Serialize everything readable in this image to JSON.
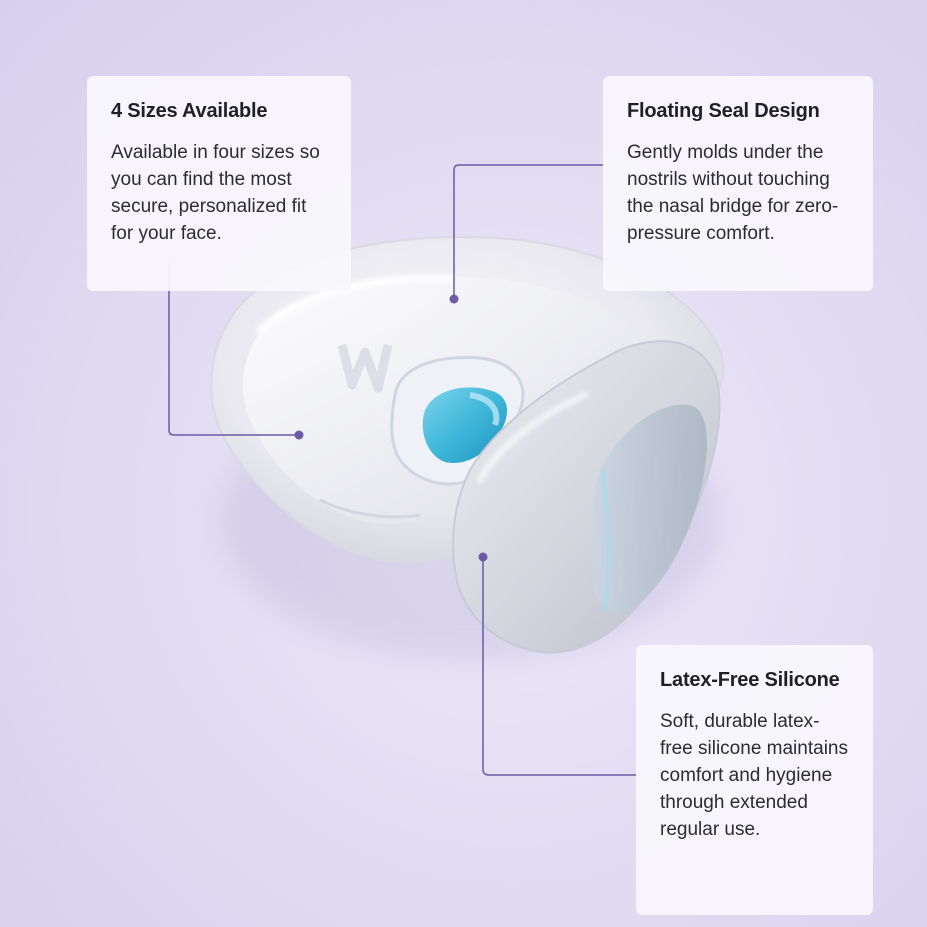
{
  "colors": {
    "background": "#e3ddf3",
    "card_background": "#f8f7fc",
    "accent_line": "#6b5aa6",
    "silicone_blue": "#3fb7d9",
    "text": "#222326"
  },
  "callouts": {
    "sizes": {
      "title": "4 Sizes Available",
      "body": "Available in four sizes so you can find the most secure, personalized fit for your face."
    },
    "seal": {
      "title": "Floating Seal Design",
      "body": "Gently molds under the nostrils without touching the nasal bridge for zero-pressure comfort."
    },
    "silicone": {
      "title": "Latex-Free Silicone",
      "body": "Soft, durable latex-free silicone maintains comfort and hygiene through extended regular use."
    }
  }
}
